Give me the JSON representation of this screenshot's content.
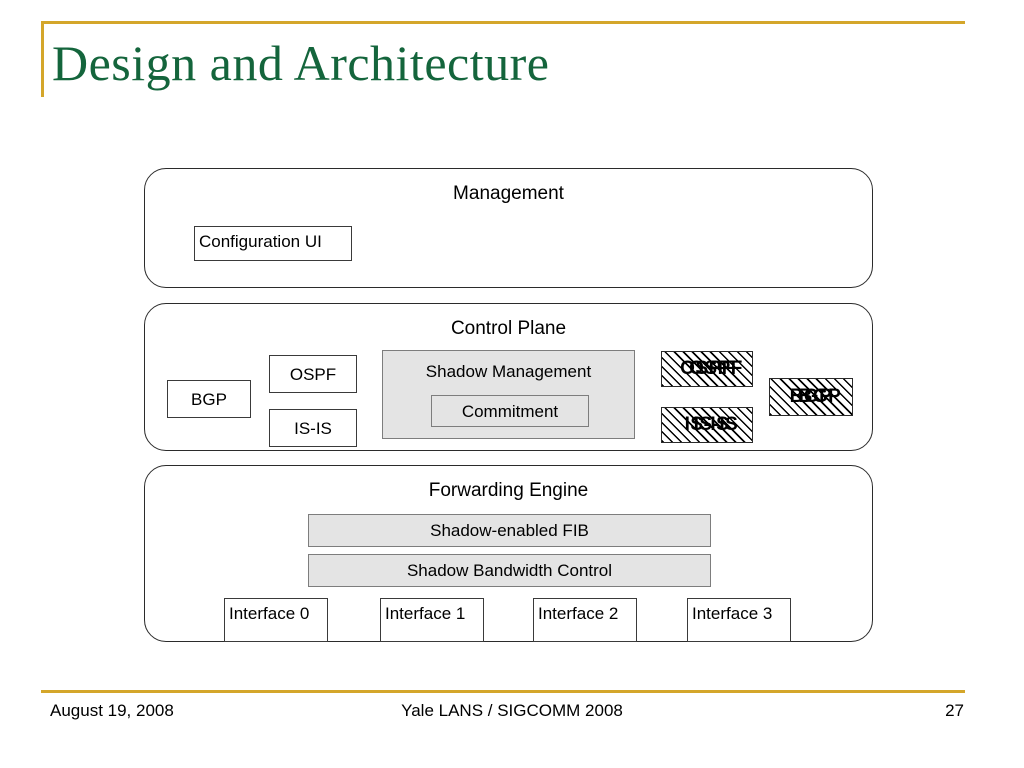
{
  "slide": {
    "title": "Design and Architecture",
    "accent_color": "#d4a62a",
    "title_color": "#14653c"
  },
  "diagram": {
    "layers": [
      {
        "name": "management",
        "title": "Management",
        "boxes": [
          {
            "label": "Configuration UI",
            "style": "plain"
          }
        ]
      },
      {
        "name": "control-plane",
        "title": "Control Plane",
        "boxes": [
          {
            "label": "BGP",
            "style": "plain"
          },
          {
            "label": "OSPF",
            "style": "plain"
          },
          {
            "label": "IS-IS",
            "style": "plain"
          },
          {
            "label": "Shadow Management",
            "style": "gray"
          },
          {
            "label": "Commitment",
            "style": "gray"
          }
        ],
        "shadow_boxes": [
          {
            "label": "OSPF",
            "style": "hatched"
          },
          {
            "label": "IS-IS",
            "style": "hatched"
          },
          {
            "label": "BGP",
            "style": "hatched"
          }
        ]
      },
      {
        "name": "forwarding-engine",
        "title": "Forwarding Engine",
        "boxes": [
          {
            "label": "Shadow-enabled FIB",
            "style": "gray"
          },
          {
            "label": "Shadow Bandwidth Control",
            "style": "gray"
          }
        ],
        "interfaces": [
          {
            "label": "Interface 0"
          },
          {
            "label": "Interface 1"
          },
          {
            "label": "Interface 2"
          },
          {
            "label": "Interface 3"
          }
        ]
      }
    ]
  },
  "footer": {
    "date": "August 19, 2008",
    "center": "Yale LANS / SIGCOMM 2008",
    "page_number": "27"
  }
}
